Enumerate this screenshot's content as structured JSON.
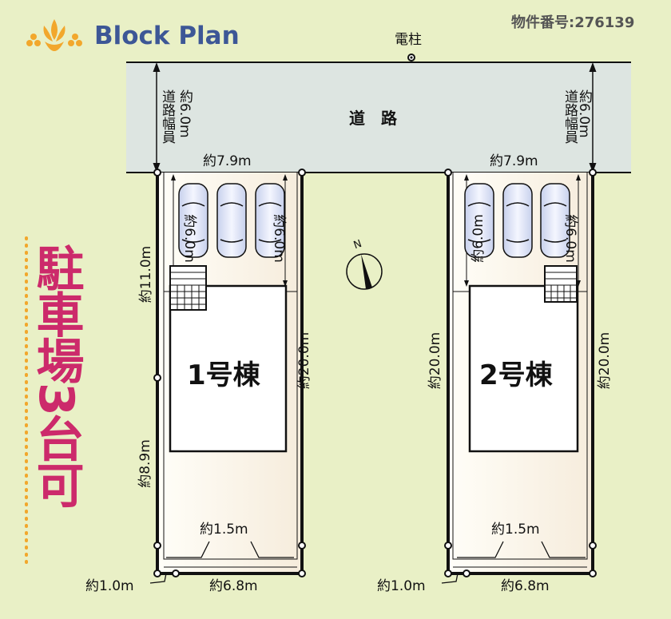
{
  "header": {
    "title": "Block Plan",
    "property_number": "物件番号:276139"
  },
  "colors": {
    "accent": "#3d5796",
    "logo": "#f2a72c",
    "highlight": "#cc2a6b",
    "road": "#dde5e1",
    "background": "#e9f0c6"
  },
  "side_banner": {
    "text": "駐車場3台可"
  },
  "road": {
    "label": "道　路",
    "pole_label": "電柱",
    "width_title": "道路幅員",
    "width_value": "約6.0m"
  },
  "lots": [
    {
      "name": "1号棟",
      "frontage": "約7.9m",
      "parking_depth_a": "約6.0m",
      "parking_depth_b": "約6.0m",
      "side_upper": "約11.0m",
      "side_lower": "約8.9m",
      "depth": "約20.0m",
      "rear_inner": "約1.5m",
      "rear_gap": "約1.0m",
      "rear_width": "約6.8m"
    },
    {
      "name": "2号棟",
      "frontage": "約7.9m",
      "parking_depth_a": "約6.0m",
      "parking_depth_b": "約6.0m",
      "depth_left": "約20.0m",
      "depth": "約20.0m",
      "rear_inner": "約1.5m",
      "rear_gap": "約1.0m",
      "rear_width": "約6.8m"
    }
  ],
  "compass": {
    "label": "N"
  }
}
